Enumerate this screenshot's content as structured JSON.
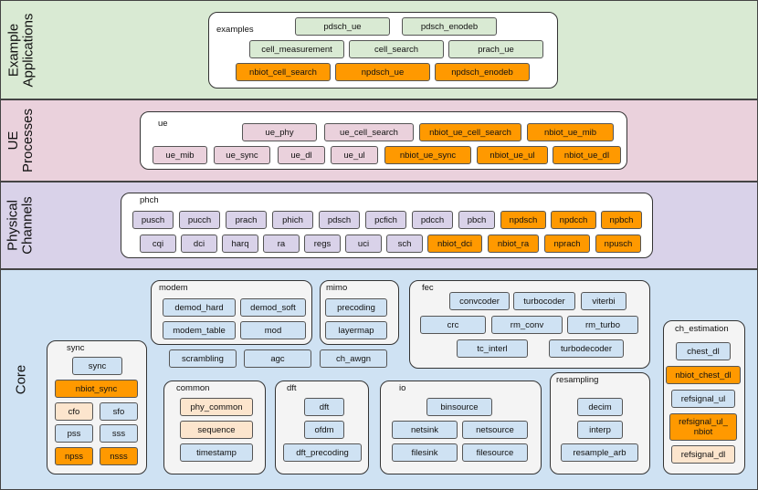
{
  "layers": {
    "example_applications": "Example\nApplications",
    "ue_processes": "UE\nProcesses",
    "physical_channels": "Physical\nChannels",
    "core": "Core"
  },
  "groups": {
    "examples": "examples",
    "ue": "ue",
    "phch": "phch",
    "modem": "modem",
    "mimo": "mimo",
    "fec": "fec",
    "sync": "sync",
    "common": "common",
    "dft": "dft",
    "io": "io",
    "resampling": "resampling",
    "ch_estimation": "ch_estimation"
  },
  "modules": {
    "examples": {
      "pdsch_ue": "pdsch_ue",
      "pdsch_enodeb": "pdsch_enodeb",
      "cell_measurement": "cell_measurement",
      "cell_search": "cell_search",
      "prach_ue": "prach_ue",
      "nbiot_cell_search": "nbiot_cell_search",
      "npdsch_ue": "npdsch_ue",
      "npdsch_enodeb": "npdsch_enodeb"
    },
    "ue": {
      "ue_phy": "ue_phy",
      "ue_cell_search": "ue_cell_search",
      "nbiot_ue_cell_search": "nbiot_ue_cell_search",
      "nbiot_ue_mib": "nbiot_ue_mib",
      "ue_mib": "ue_mib",
      "ue_sync": "ue_sync",
      "ue_dl": "ue_dl",
      "ue_ul": "ue_ul",
      "nbiot_ue_sync": "nbiot_ue_sync",
      "nbiot_ue_ul": "nbiot_ue_ul",
      "nbiot_ue_dl": "nbiot_ue_dl"
    },
    "phch": {
      "pusch": "pusch",
      "pucch": "pucch",
      "prach": "prach",
      "phich": "phich",
      "pdsch": "pdsch",
      "pcfich": "pcfich",
      "pdcch": "pdcch",
      "pbch": "pbch",
      "npdsch": "npdsch",
      "npdcch": "npdcch",
      "npbch": "npbch",
      "cqi": "cqi",
      "dci": "dci",
      "harq": "harq",
      "ra": "ra",
      "regs": "regs",
      "uci": "uci",
      "sch": "sch",
      "nbiot_dci": "nbiot_dci",
      "nbiot_ra": "nbiot_ra",
      "nprach": "nprach",
      "npusch": "npusch"
    },
    "modem": {
      "demod_hard": "demod_hard",
      "demod_soft": "demod_soft",
      "modem_table": "modem_table",
      "mod": "mod"
    },
    "core_misc": {
      "scrambling": "scrambling",
      "agc": "agc",
      "ch_awgn": "ch_awgn"
    },
    "mimo": {
      "precoding": "precoding",
      "layermap": "layermap"
    },
    "fec": {
      "convcoder": "convcoder",
      "turbocoder": "turbocoder",
      "viterbi": "viterbi",
      "crc": "crc",
      "rm_conv": "rm_conv",
      "rm_turbo": "rm_turbo",
      "tc_interl": "tc_interl",
      "turbodecoder": "turbodecoder"
    },
    "sync": {
      "sync": "sync",
      "nbiot_sync": "nbiot_sync",
      "cfo": "cfo",
      "sfo": "sfo",
      "pss": "pss",
      "sss": "sss",
      "npss": "npss",
      "nsss": "nsss"
    },
    "common": {
      "phy_common": "phy_common",
      "sequence": "sequence",
      "timestamp": "timestamp"
    },
    "dft": {
      "dft": "dft",
      "ofdm": "ofdm",
      "dft_precoding": "dft_precoding"
    },
    "io": {
      "binsource": "binsource",
      "netsink": "netsink",
      "netsource": "netsource",
      "filesink": "filesink",
      "filesource": "filesource"
    },
    "resampling": {
      "decim": "decim",
      "interp": "interp",
      "resample_arb": "resample_arb"
    },
    "ch_estimation": {
      "chest_dl": "chest_dl",
      "nbiot_chest_dl": "nbiot_chest_dl",
      "refsignal_ul": "refsignal_ul",
      "refsignal_ul_nbiot": "refsignal_ul_\nnbiot",
      "refsignal_dl": "refsignal_dl"
    }
  },
  "colors": {
    "band_example": "#d9ead3",
    "band_ue": "#ead1dc",
    "band_phch": "#d9d2e9",
    "band_core": "#cfe2f3",
    "box_green": "#d9ead3",
    "box_pink": "#ead1dc",
    "box_purple": "#d9d2e9",
    "box_blue": "#cfe2f3",
    "box_orange": "#ff9900",
    "box_peach": "#fce5cd"
  }
}
